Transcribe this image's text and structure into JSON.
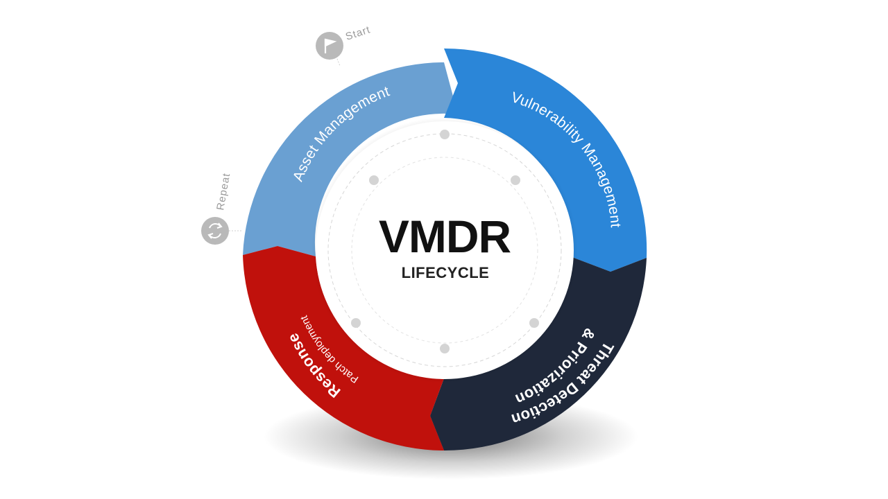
{
  "center": {
    "title": "VMDR",
    "subtitle": "LIFECYCLE"
  },
  "segments": [
    {
      "label": "Asset Management",
      "color": "#6aa0d2"
    },
    {
      "label": "Vulnerability Management",
      "color": "#2b86d8"
    },
    {
      "label_line1": "Threat Detection",
      "label_line2": "& Priorization",
      "color": "#1f283a"
    },
    {
      "label": "Response",
      "sublabel": "Patch deployment",
      "color": "#c0110c"
    }
  ],
  "markers": {
    "start": {
      "label": "Start",
      "icon": "flag-icon"
    },
    "repeat": {
      "label": "Repeat",
      "icon": "refresh-icon"
    }
  }
}
